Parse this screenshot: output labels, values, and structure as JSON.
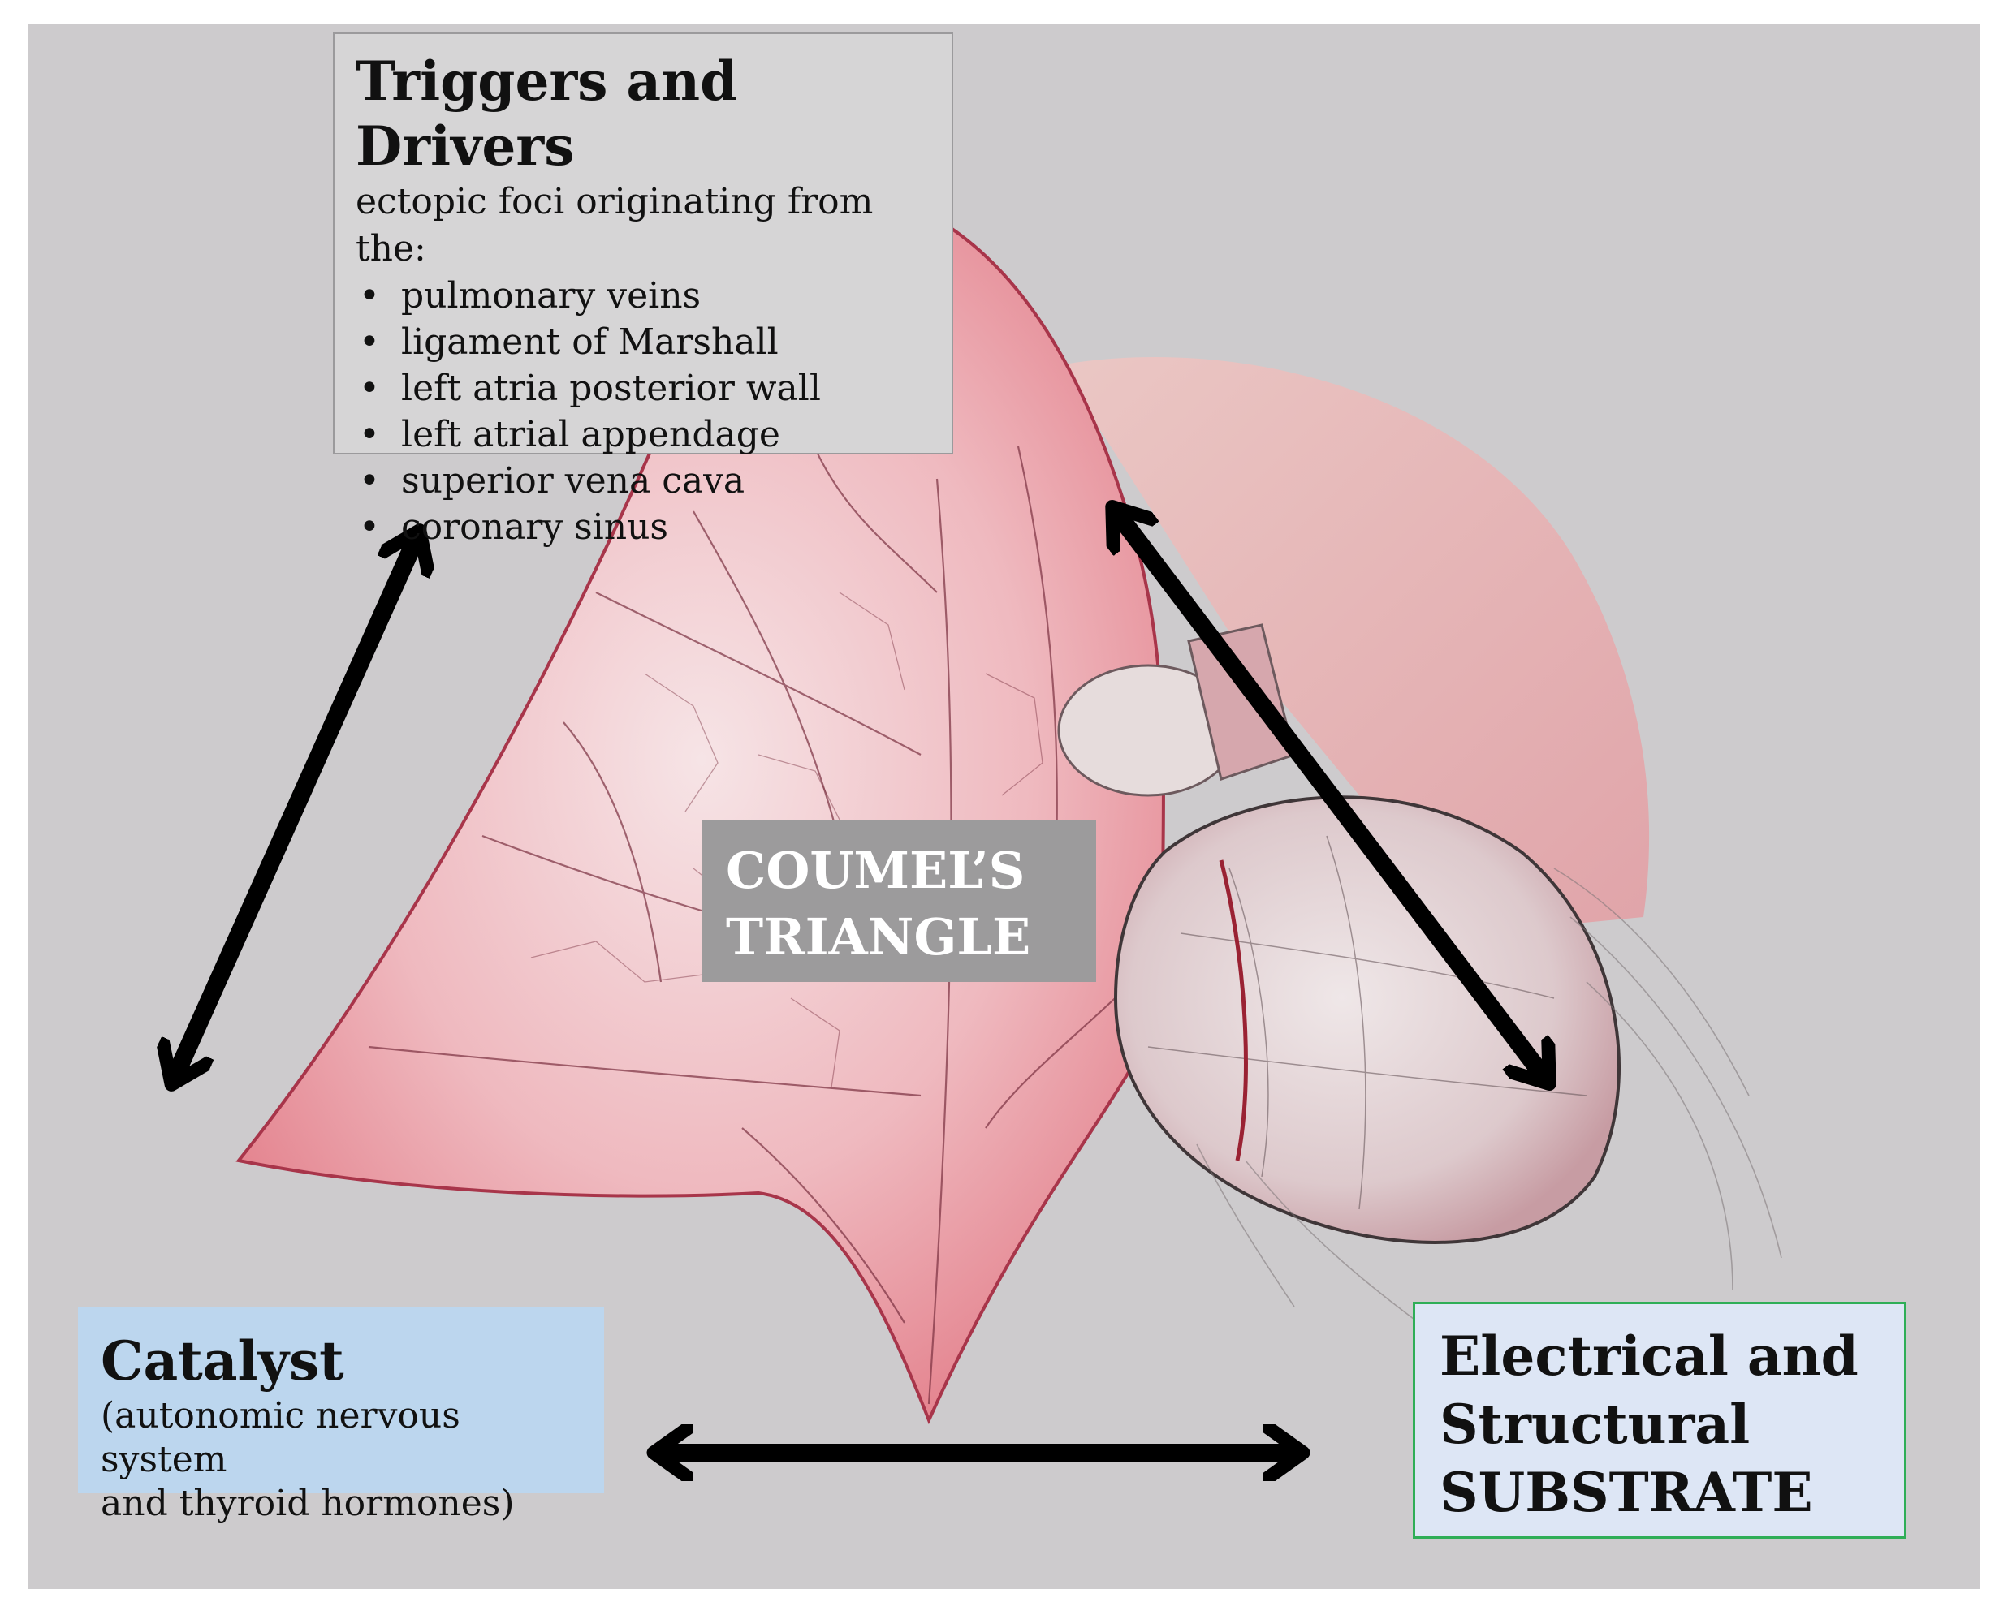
{
  "diagram": {
    "triggers": {
      "title": "Triggers and Drivers",
      "subtitle": "ectopic foci originating from the:",
      "items": [
        "pulmonary veins",
        "ligament of Marshall",
        "left atria posterior wall",
        "left atrial appendage",
        "superior vena cava",
        "coronary sinus"
      ]
    },
    "center": {
      "line1": "COUMEL’S",
      "line2": "TRIANGLE"
    },
    "catalyst": {
      "title": "Catalyst",
      "line1": "(autonomic nervous system",
      "line2": "and thyroid hormones)"
    },
    "substrate": {
      "line1": "Electrical and",
      "line2": "Structural",
      "line3": "SUBSTRATE"
    }
  },
  "colors": {
    "background": "#cdcbcd",
    "triggers_box": "#d6d5d6",
    "catalyst_box": "#bcd6ee",
    "substrate_box": "#dde6f5",
    "substrate_border": "#2fae57",
    "center_box": "#9c9b9c",
    "arrow": "#000000",
    "illustration_pink": "#e9848f"
  },
  "icons": [
    "double-arrow-icon",
    "heart-illustration"
  ]
}
